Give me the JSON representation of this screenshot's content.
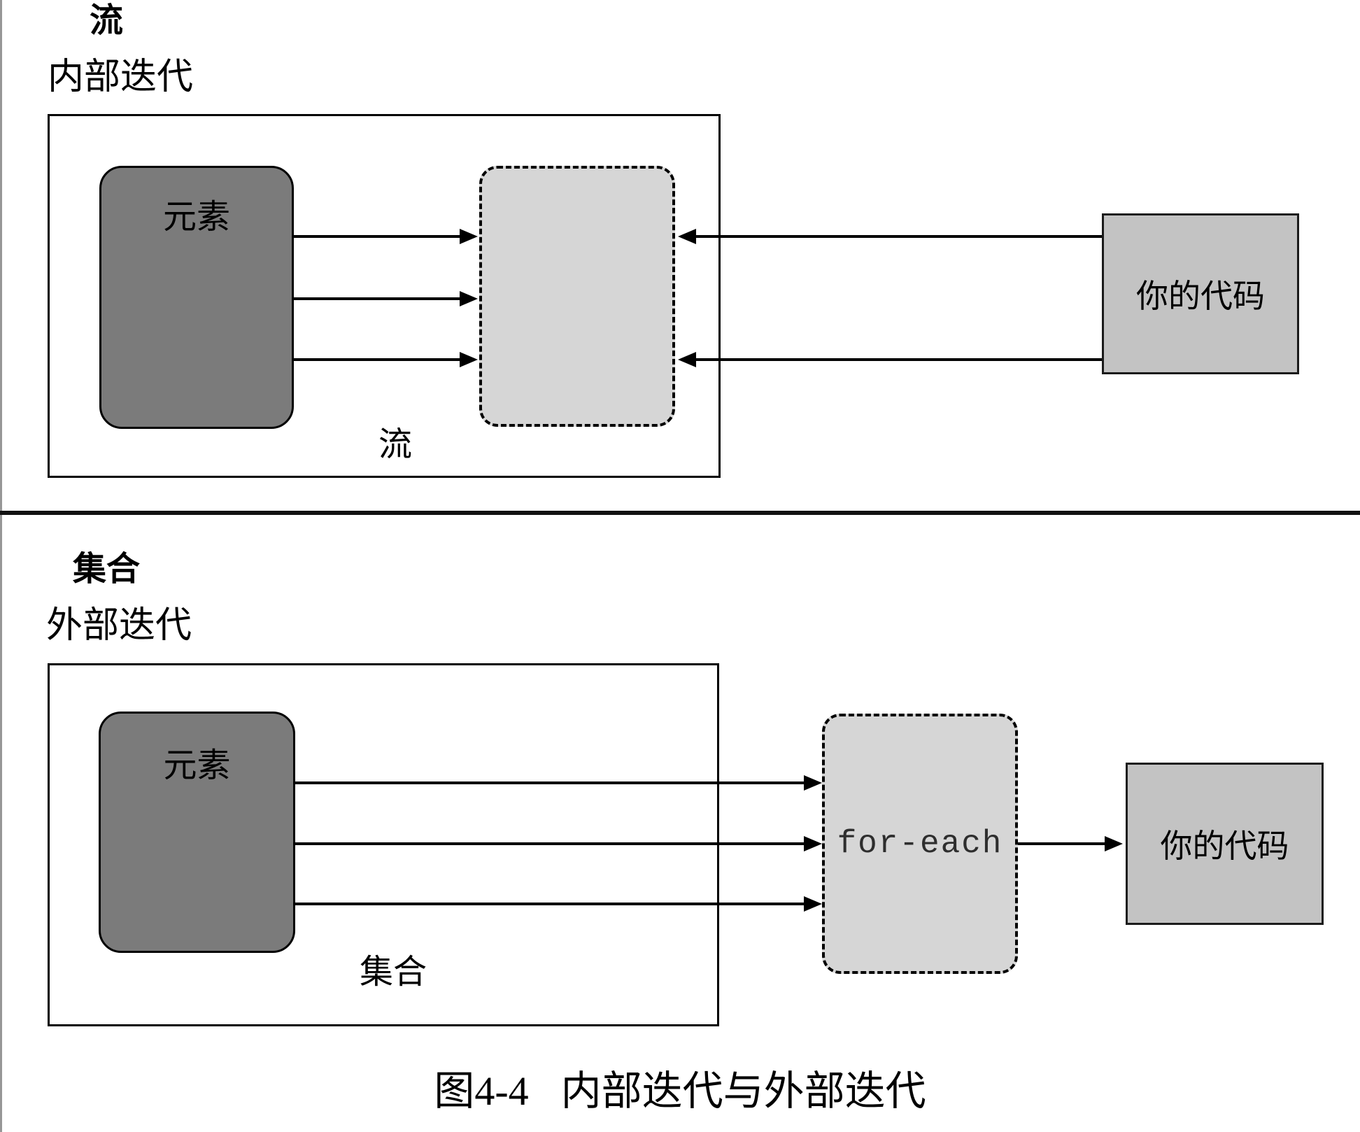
{
  "figure": {
    "caption_number": "图4-4",
    "caption_title": "内部迭代与外部迭代"
  },
  "panels": {
    "stream": {
      "title": "流",
      "subtitle": "内部迭代",
      "element_label": "元素",
      "container_label": "流",
      "code_label": "你的代码"
    },
    "collection": {
      "title": "集合",
      "subtitle": "外部迭代",
      "element_label": "元素",
      "container_label": "集合",
      "iterator_label": "for-each",
      "code_label": "你的代码"
    }
  },
  "colors": {
    "background": "#ffffff",
    "outline": "#000000",
    "separator": "#121212",
    "page_edge": "#979797",
    "element_box_fill": "#7b7b7b",
    "iterator_box_fill": "#d6d6d6",
    "code_box_fill": "#c3c3c3",
    "foreach_text": "#2e2e2e"
  }
}
